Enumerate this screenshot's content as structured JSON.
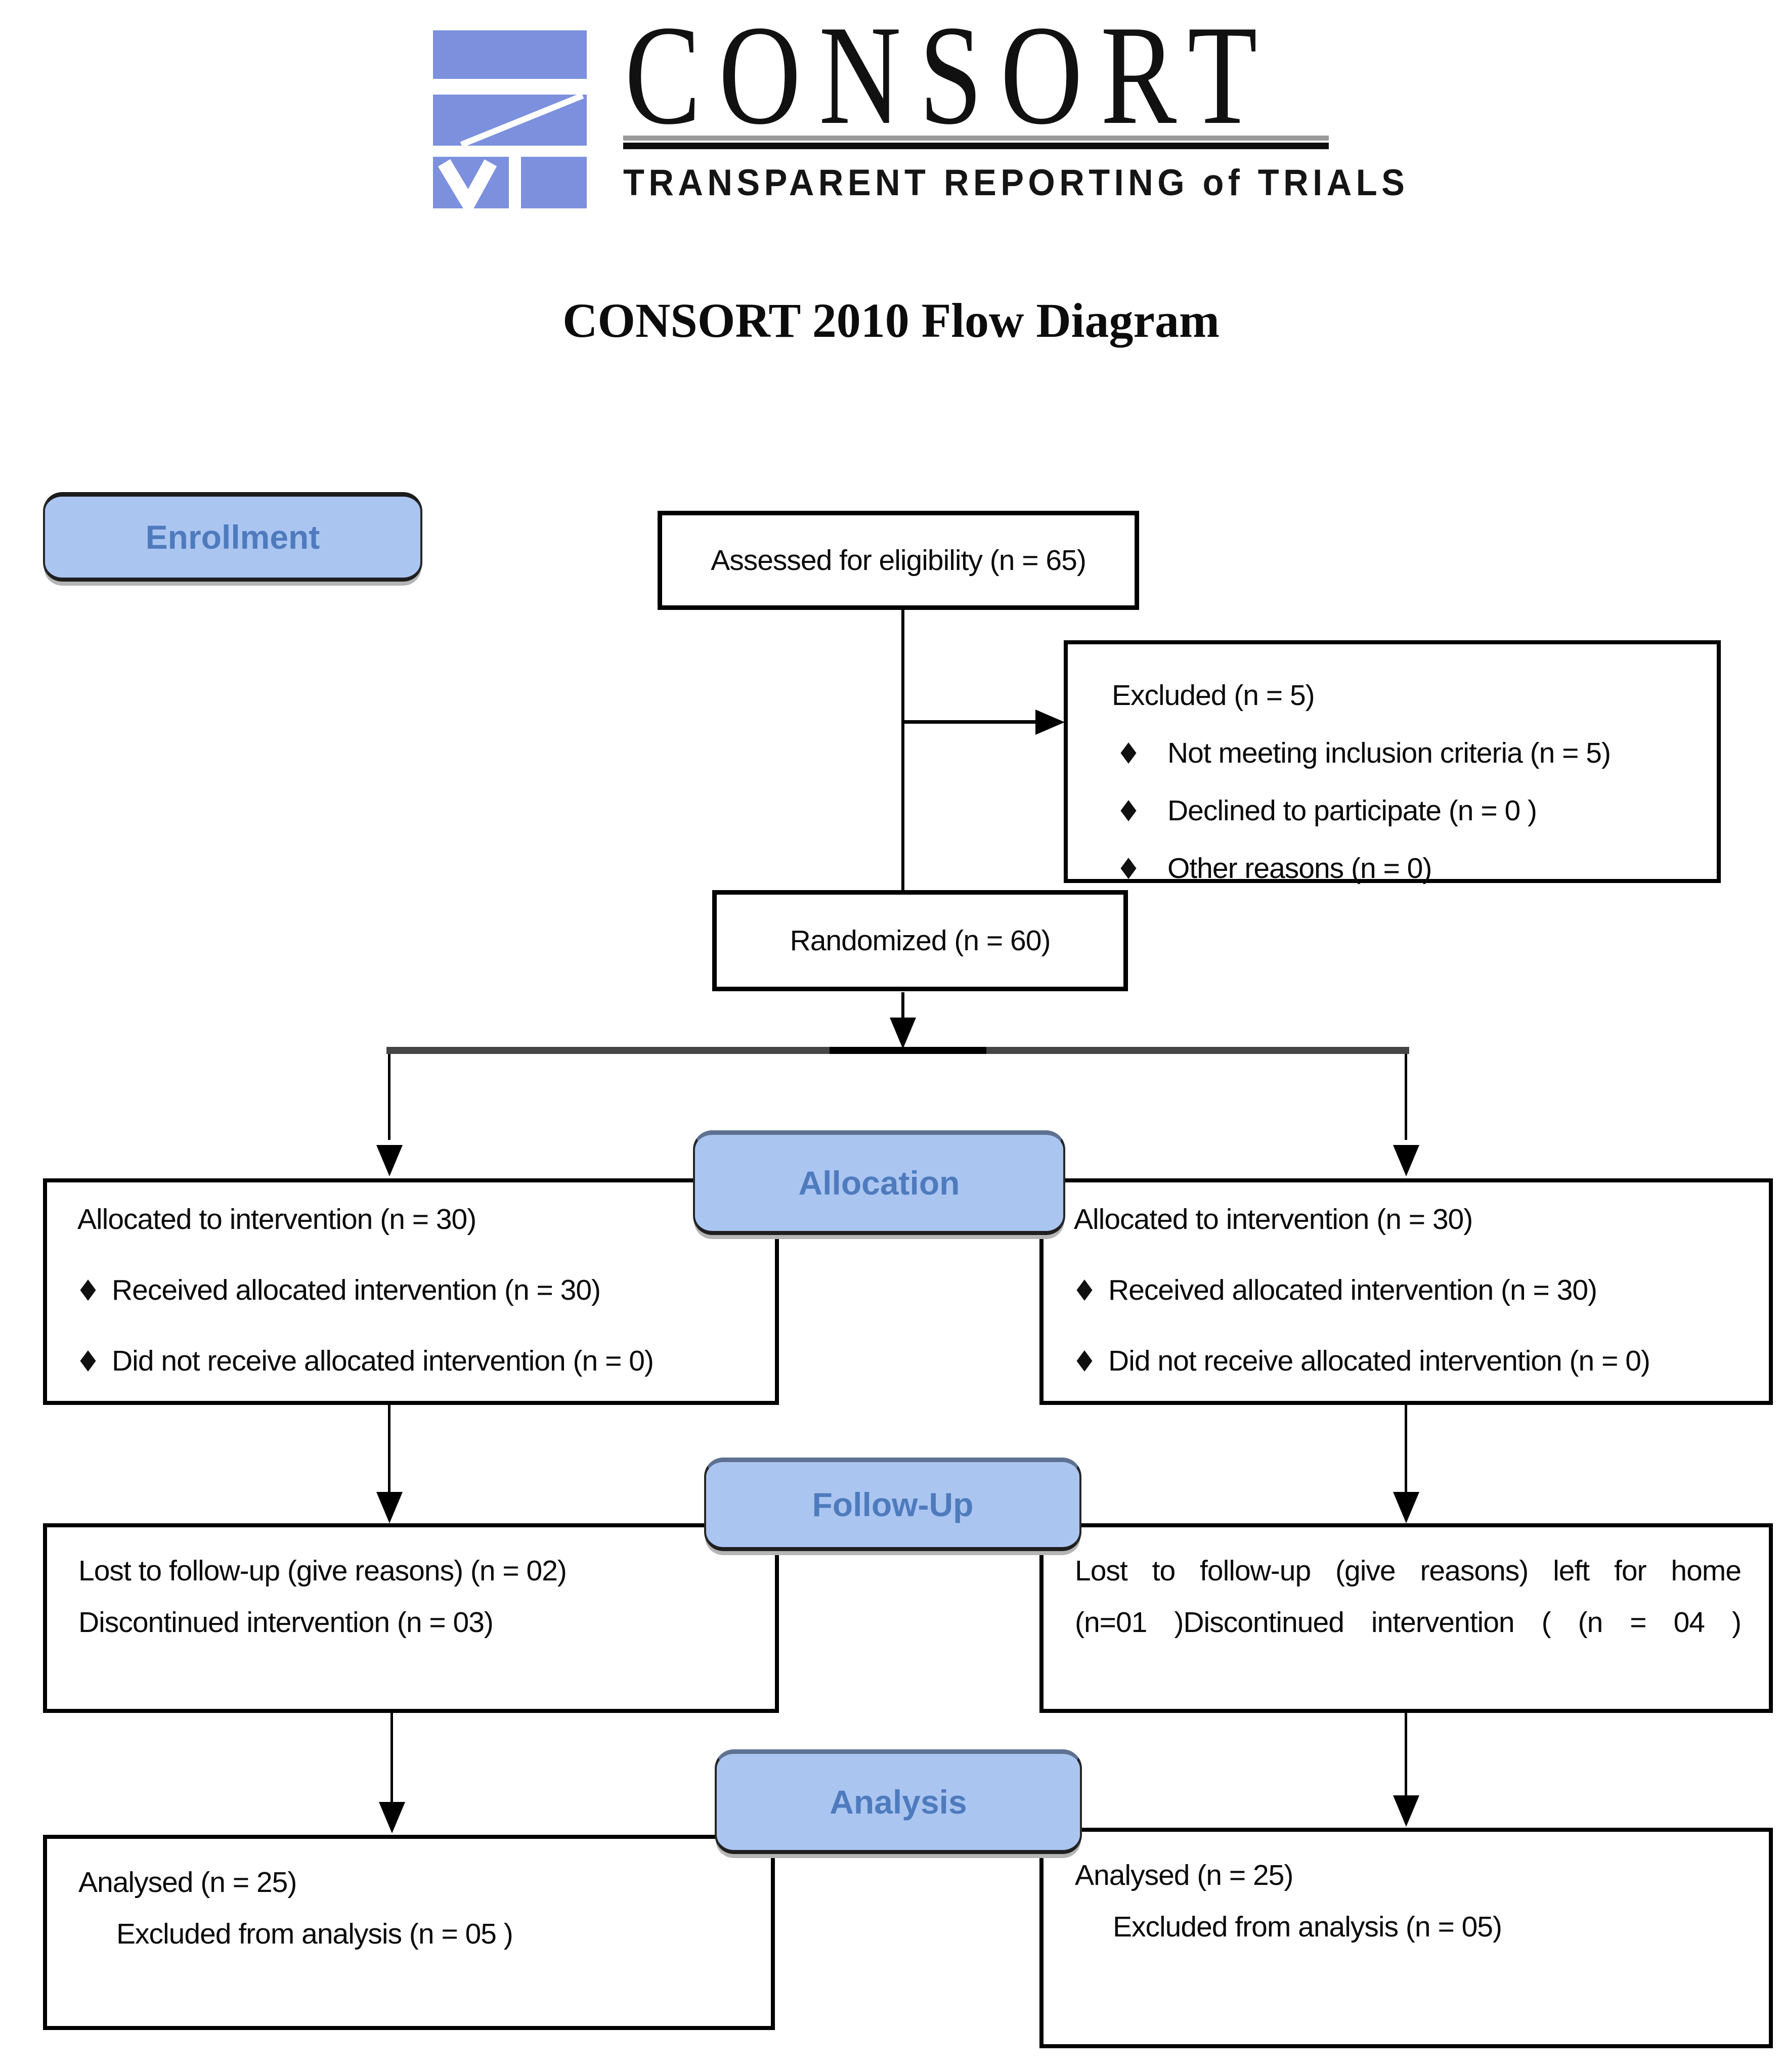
{
  "colors": {
    "logo_blue": "#7C90DE",
    "stage_fill": "#ABC5F1",
    "stage_text": "#4E7BBD",
    "box_border": "#000000",
    "connector": "#000000"
  },
  "logo": {
    "brand": "CONSORT",
    "tagline": "TRANSPARENT REPORTING of TRIALS"
  },
  "title": "CONSORT 2010 Flow Diagram",
  "stages": {
    "enrollment": "Enrollment",
    "allocation": "Allocation",
    "followup": "Follow-Up",
    "analysis": "Analysis"
  },
  "boxes": {
    "assessed": {
      "text": "Assessed for eligibility (n = 65)"
    },
    "excluded": {
      "title": "Excluded (n = 5)",
      "bullets": [
        "Not meeting inclusion criteria (n = 5)",
        "Declined to participate (n = 0 )",
        "Other reasons (n = 0)"
      ]
    },
    "randomized": {
      "text": "Randomized (n = 60)"
    },
    "allocation_left": {
      "title": "Allocated to intervention (n = 30)",
      "bullets": [
        "Received allocated intervention (n = 30)",
        "Did not receive allocated intervention (n = 0)"
      ]
    },
    "allocation_right": {
      "title": "Allocated to intervention (n = 30)",
      "bullets": [
        "Received allocated intervention (n = 30)",
        "Did not receive allocated intervention (n = 0)"
      ]
    },
    "followup_left": {
      "lines": [
        "Lost to follow-up (give reasons) (n = 02)",
        "Discontinued intervention (n = 03)"
      ]
    },
    "followup_right": {
      "lines": [
        "Lost to follow-up (give reasons) left for home",
        "(n=01 )Discontinued intervention ( (n = 04 )"
      ]
    },
    "analysis_left": {
      "line1": "Analysed (n = 25)",
      "line2": "Excluded from analysis (n = 05 )"
    },
    "analysis_right": {
      "line1": "Analysed (n = 25)",
      "line2": "Excluded from analysis (n = 05)"
    }
  }
}
